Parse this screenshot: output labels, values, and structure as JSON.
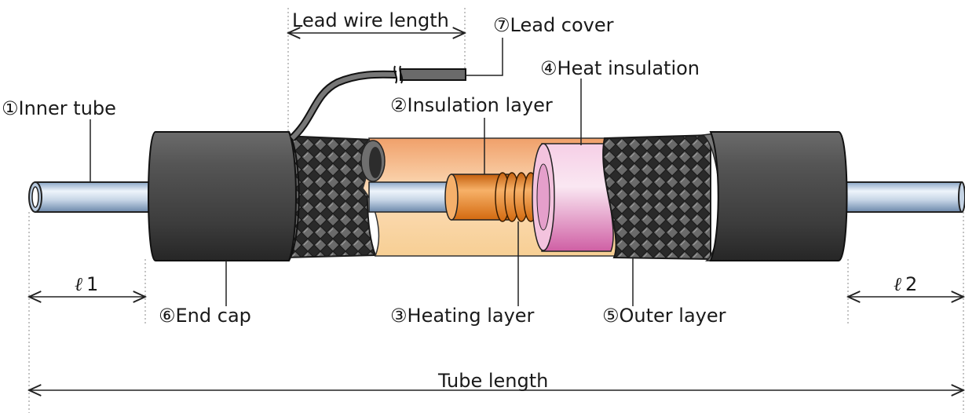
{
  "labels": {
    "inner_tube": "①Inner tube",
    "insulation_layer": "②Insulation layer",
    "heating_layer": "③Heating layer",
    "heat_insulation": "④Heat insulation",
    "outer_layer": "⑤Outer layer",
    "end_cap": "⑥End cap",
    "lead_cover": "⑦Lead cover"
  },
  "dimensions": {
    "lead_wire_length": "Lead wire length",
    "l1_symbol": "ℓ",
    "l1_index": "1",
    "l2_symbol": "ℓ",
    "l2_index": "2",
    "tube_length": "Tube length"
  },
  "colors": {
    "end_cap": "#4a4a4a",
    "end_cap_dark": "#2b2b2b",
    "inner_tube": "#c4d3e4",
    "insulation_layer": "#f6c89a",
    "heating_layer": "#e8891f",
    "heat_insulation": "#e6a8d0",
    "outer_braid": "#3a3a3a",
    "lead_wire": "#5a5a5a"
  }
}
